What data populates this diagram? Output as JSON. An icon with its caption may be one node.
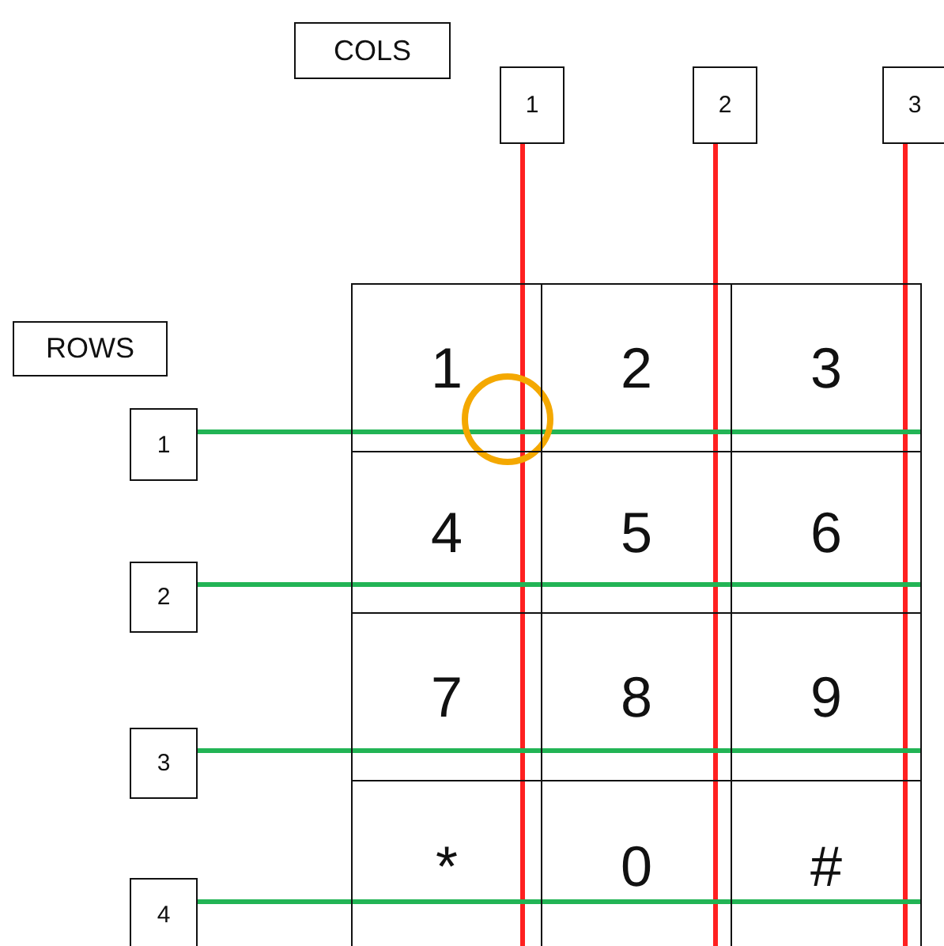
{
  "diagram": {
    "nodes": [
      {
        "text": [
          "COLS"
        ]
      },
      {
        "text": [
          "1"
        ]
      },
      {
        "text": [
          "2"
        ]
      },
      {
        "text": [
          "3"
        ]
      },
      {
        "text": [
          "ROWS"
        ]
      },
      {
        "text": [
          "1"
        ]
      },
      {
        "text": [
          "2"
        ]
      },
      {
        "text": [
          "3"
        ]
      },
      {
        "text": [
          "4"
        ]
      },
      {
        "text": [
          "1"
        ]
      },
      {
        "text": [
          "2"
        ]
      },
      {
        "text": [
          "3"
        ]
      },
      {
        "text": [
          "4"
        ]
      },
      {
        "text": [
          "5"
        ]
      },
      {
        "text": [
          "6"
        ]
      },
      {
        "text": [
          "7"
        ]
      },
      {
        "text": [
          "8"
        ]
      },
      {
        "text": [
          "9"
        ]
      },
      {
        "text": [
          "*"
        ]
      },
      {
        "text": [
          "0"
        ]
      },
      {
        "text": [
          "#"
        ]
      }
    ],
    "edges": [
      {
        "from": 1,
        "to": 9,
        "arrow": "none",
        "color": "#ff2020"
      },
      {
        "from": 1,
        "to": 12,
        "arrow": "none",
        "color": "#ff2020"
      },
      {
        "from": 1,
        "to": 15,
        "arrow": "none",
        "color": "#ff2020"
      },
      {
        "from": 1,
        "to": 18,
        "arrow": "none",
        "color": "#ff2020"
      },
      {
        "from": 2,
        "to": 10,
        "arrow": "none",
        "color": "#ff2020"
      },
      {
        "from": 2,
        "to": 13,
        "arrow": "none",
        "color": "#ff2020"
      },
      {
        "from": 2,
        "to": 16,
        "arrow": "none",
        "color": "#ff2020"
      },
      {
        "from": 2,
        "to": 19,
        "arrow": "none",
        "color": "#ff2020"
      },
      {
        "from": 3,
        "to": 11,
        "arrow": "none",
        "color": "#ff2020"
      },
      {
        "from": 3,
        "to": 14,
        "arrow": "none",
        "color": "#ff2020"
      },
      {
        "from": 3,
        "to": 17,
        "arrow": "none",
        "color": "#ff2020"
      },
      {
        "from": 3,
        "to": 20,
        "arrow": "none",
        "color": "#ff2020"
      },
      {
        "from": 5,
        "to": 9,
        "arrow": "none",
        "color": "#22b455"
      },
      {
        "from": 5,
        "to": 10,
        "arrow": "none",
        "color": "#22b455"
      },
      {
        "from": 5,
        "to": 11,
        "arrow": "none",
        "color": "#22b455"
      },
      {
        "from": 6,
        "to": 12,
        "arrow": "none",
        "color": "#22b455"
      },
      {
        "from": 6,
        "to": 13,
        "arrow": "none",
        "color": "#22b455"
      },
      {
        "from": 6,
        "to": 14,
        "arrow": "none",
        "color": "#22b455"
      },
      {
        "from": 7,
        "to": 15,
        "arrow": "none",
        "color": "#22b455"
      },
      {
        "from": 7,
        "to": 16,
        "arrow": "none",
        "color": "#22b455"
      },
      {
        "from": 7,
        "to": 17,
        "arrow": "none",
        "color": "#22b455"
      },
      {
        "from": 8,
        "to": 18,
        "arrow": "none",
        "color": "#22b455"
      },
      {
        "from": 8,
        "to": 19,
        "arrow": "none",
        "color": "#22b455"
      },
      {
        "from": 8,
        "to": 20,
        "arrow": "none",
        "color": "#22b455"
      }
    ]
  }
}
